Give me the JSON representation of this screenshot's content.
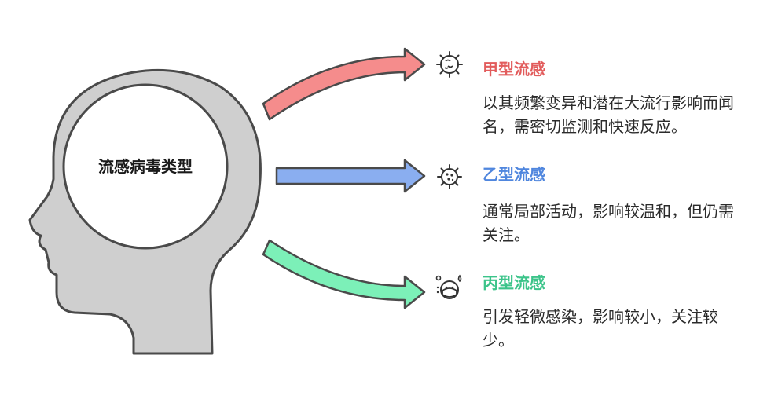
{
  "center": {
    "label": "流感病毒类型"
  },
  "branches": [
    {
      "title": "甲型流感",
      "description": "以其频繁变异和潜在大流行影响而闻名，需密切监测和快速反应。",
      "color": "#e25c5c",
      "icon": "virus-icon"
    },
    {
      "title": "乙型流感",
      "description": "通常局部活动，影响较温和，但仍需关注。",
      "color": "#4f86de",
      "icon": "virus-icon"
    },
    {
      "title": "丙型流感",
      "description": "引发轻微感染，影响较小，关注较少。",
      "color": "#3cc48a",
      "icon": "sick-face-icon"
    }
  ],
  "colors": {
    "head_fill": "#cfcfcf",
    "head_stroke": "#4a4a4a",
    "arrow_red": "#f58c8c",
    "arrow_blue": "#8aaef0",
    "arrow_green": "#7cf0b8"
  }
}
